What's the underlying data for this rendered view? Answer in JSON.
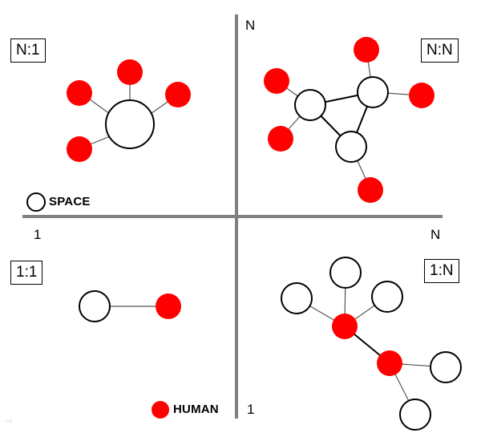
{
  "quadrants": {
    "top_left": "N:1",
    "top_right": "N:N",
    "bottom_left": "1:1",
    "bottom_right": "1:N"
  },
  "axes": {
    "vertical_top_label": "N",
    "horizontal_left_label": "1",
    "horizontal_right_label": "N",
    "vertical_bottom_label": "1"
  },
  "legend": {
    "space_label": "SPACE",
    "human_label": "HUMAN"
  },
  "colors": {
    "human": "#ff0000",
    "space_fill": "#ffffff",
    "axis": "#808080",
    "stroke": "#000000"
  },
  "icons": {
    "corner_mark": "arrow-right-icon"
  }
}
